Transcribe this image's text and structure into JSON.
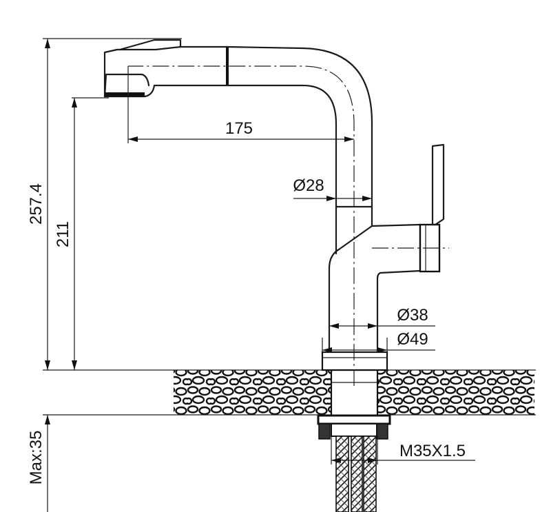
{
  "dimensions": {
    "total_height": "257.4",
    "spout_height": "211",
    "reach": "175",
    "spout_diameter": "Ø28",
    "body_diameter": "Ø38",
    "base_diameter": "Ø49",
    "thread": "M35X1.5",
    "max_deck_thickness": "Max:35"
  }
}
